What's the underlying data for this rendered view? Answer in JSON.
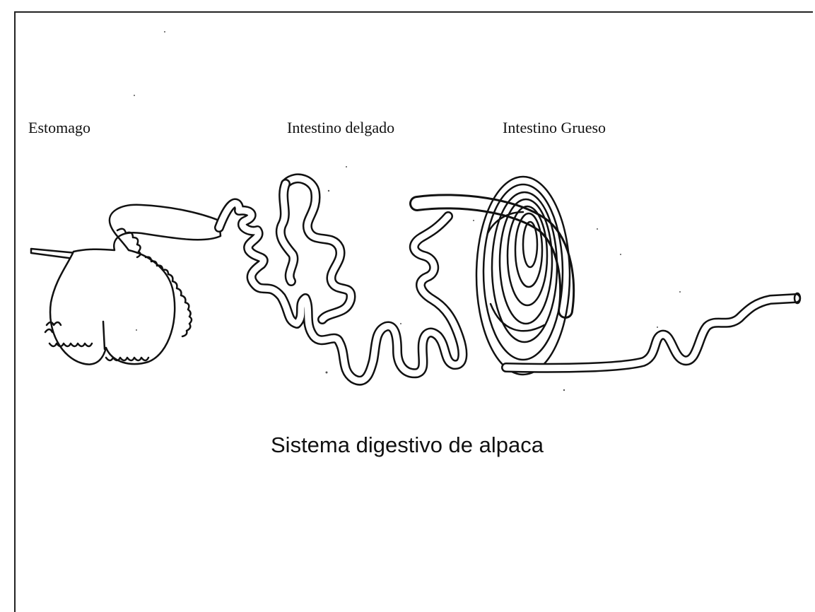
{
  "labels": {
    "stomach": "Estomago",
    "small_intestine": "Intestino delgado",
    "large_intestine": "Intestino Grueso"
  },
  "caption": "Sistema digestivo de alpaca"
}
